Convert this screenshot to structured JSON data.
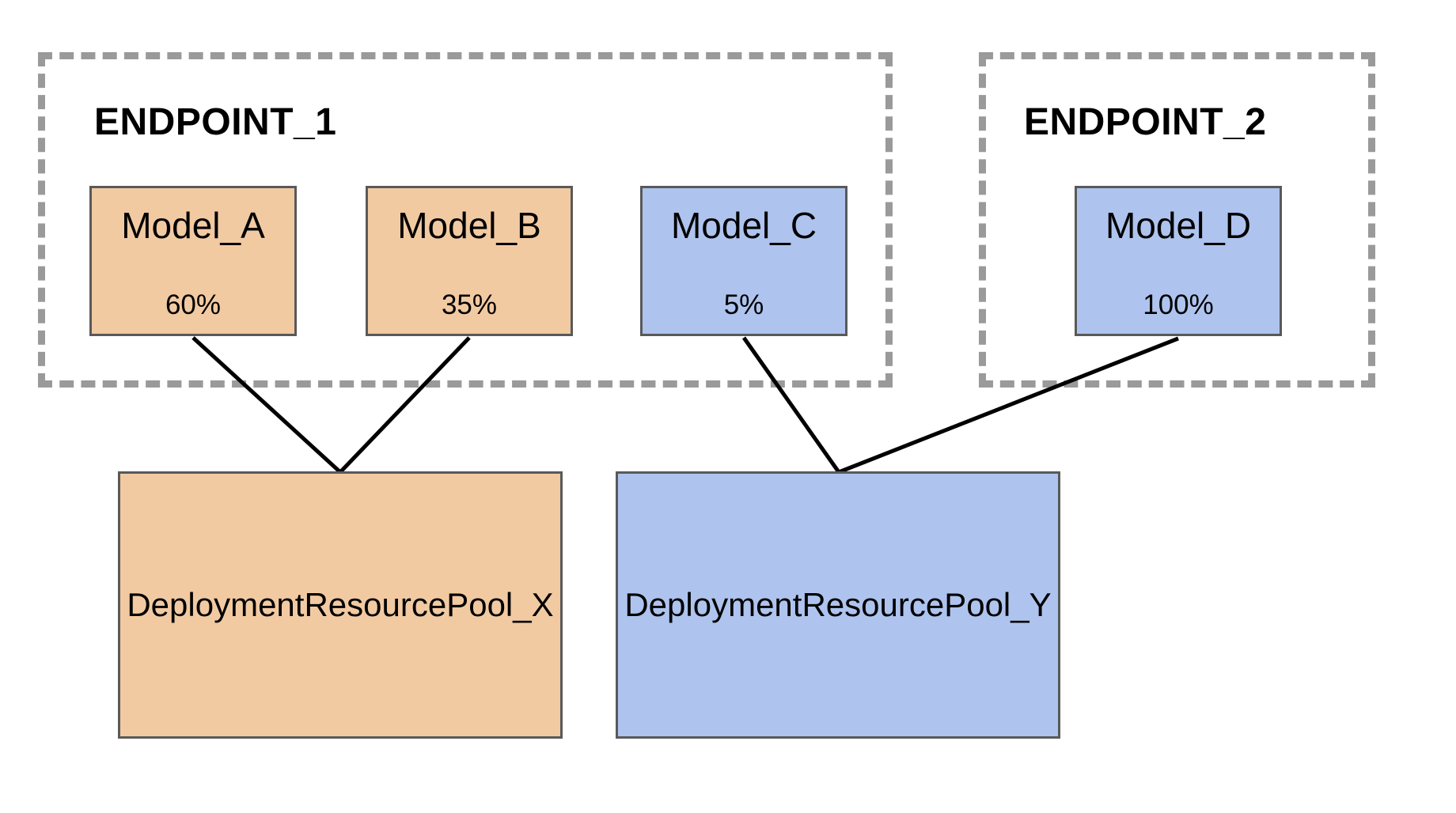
{
  "diagram": {
    "endpoints": [
      {
        "label": "ENDPOINT_1",
        "models": [
          {
            "name": "Model_A",
            "traffic_split": "60%",
            "color_key": "orange"
          },
          {
            "name": "Model_B",
            "traffic_split": "35%",
            "color_key": "orange"
          },
          {
            "name": "Model_C",
            "traffic_split": "5%",
            "color_key": "blue"
          }
        ]
      },
      {
        "label": "ENDPOINT_2",
        "models": [
          {
            "name": "Model_D",
            "traffic_split": "100%",
            "color_key": "blue"
          }
        ]
      }
    ],
    "pools": [
      {
        "name": "DeploymentResourcePool_X",
        "color_key": "orange"
      },
      {
        "name": "DeploymentResourcePool_Y",
        "color_key": "blue"
      }
    ],
    "connections": [
      {
        "from": "Model_A",
        "to": "DeploymentResourcePool_X"
      },
      {
        "from": "Model_B",
        "to": "DeploymentResourcePool_X"
      },
      {
        "from": "Model_C",
        "to": "DeploymentResourcePool_Y"
      },
      {
        "from": "Model_D",
        "to": "DeploymentResourcePool_Y"
      }
    ],
    "colors": {
      "orange": "#F2CAA2",
      "blue": "#AEC4EE",
      "dashed_border": "#9A9A9A",
      "box_border": "#595959",
      "connector_line": "#000000"
    }
  }
}
